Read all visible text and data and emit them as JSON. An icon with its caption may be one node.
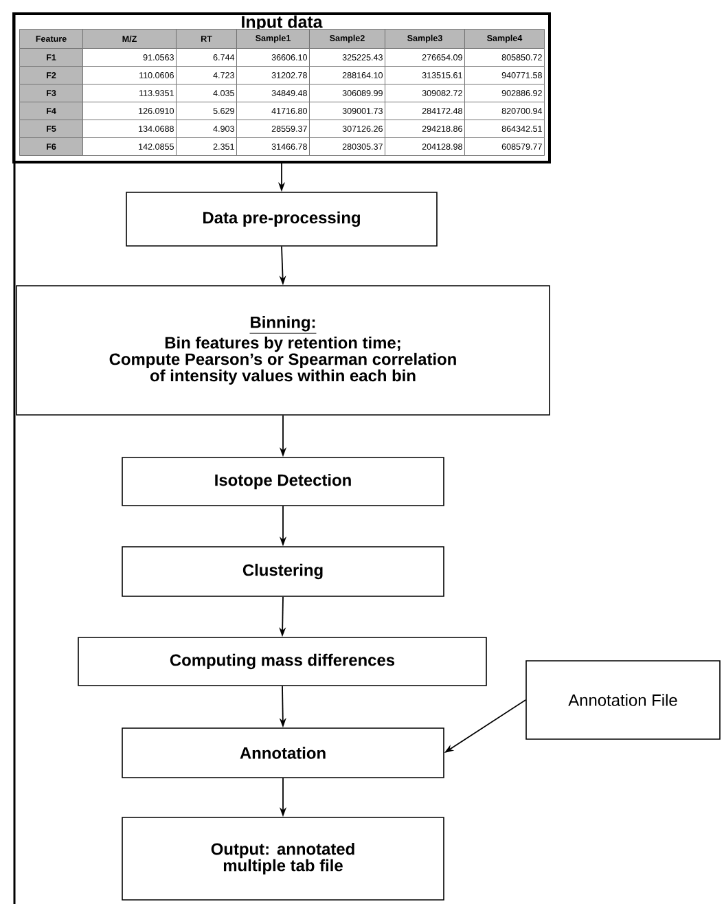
{
  "diagram": {
    "nodes": [
      {
        "text": [
          "Input data"
        ]
      },
      {
        "text": [
          "Data pre-processing"
        ]
      },
      {
        "text": [
          "Binning:",
          "Bin features by retention time;",
          "Compute Pearson’s or Spearman correlation of intensity values within each bin"
        ]
      },
      {
        "text": [
          "Isotope Detection"
        ]
      },
      {
        "text": [
          "Clustering"
        ]
      },
      {
        "text": [
          "Computing mass differences"
        ]
      },
      {
        "text": [
          "Annotation"
        ]
      },
      {
        "text": [
          "Output: annotated multiple tab file"
        ]
      },
      {
        "text": [
          "Annotation File"
        ]
      }
    ],
    "edges": [
      {
        "from": 0,
        "to": 1,
        "arrow": "to"
      },
      {
        "from": 1,
        "to": 2,
        "arrow": "to"
      },
      {
        "from": 2,
        "to": 3,
        "arrow": "to"
      },
      {
        "from": 3,
        "to": 4,
        "arrow": "to"
      },
      {
        "from": 4,
        "to": 5,
        "arrow": "to"
      },
      {
        "from": 5,
        "to": 6,
        "arrow": "to"
      },
      {
        "from": 6,
        "to": 7,
        "arrow": "to"
      },
      {
        "from": 8,
        "to": 6,
        "arrow": "to"
      }
    ],
    "labels": [
      "Feature",
      "M/Z",
      "RT",
      "Sample1",
      "Sample2",
      "Sample3",
      "Sample4",
      "F1",
      "91.0563",
      "6.744",
      "36606.10",
      "325225.43",
      "276654.09",
      "805850.72",
      "F2",
      "110.0606",
      "4.723",
      "31202.78",
      "288164.10",
      "313515.61",
      "940771.58",
      "F3",
      "113.9351",
      "4.035",
      "34849.48",
      "306089.99",
      "309082.72",
      "902886.92",
      "F4",
      "126.0910",
      "5.629",
      "41716.80",
      "309001.73",
      "284172.48",
      "820700.94",
      "F5",
      "134.0688",
      "4.903",
      "28559.37",
      "307126.26",
      "294218.86",
      "864342.51",
      "F6",
      "142.0855",
      "2.351",
      "31466.78",
      "280305.37",
      "204128.98",
      "608579.77"
    ]
  }
}
